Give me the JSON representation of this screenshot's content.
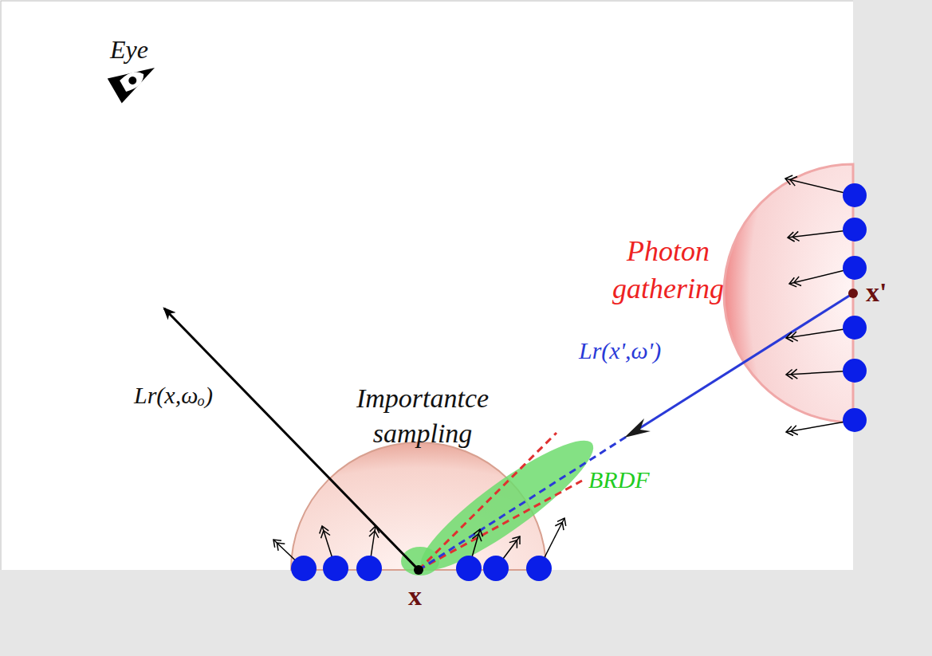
{
  "diagram": {
    "labels": [
      "Eye",
      "Photon gathering",
      "Lr(x',ω')",
      "Importantce sampling",
      "Lr(x,ωₒ)",
      "BRDF",
      "x",
      "x'"
    ]
  }
}
